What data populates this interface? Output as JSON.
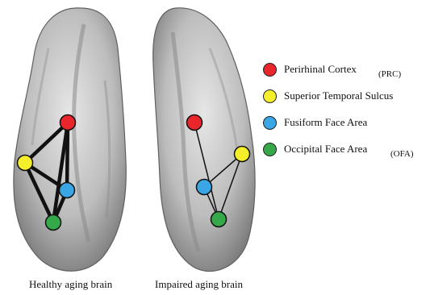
{
  "captions": {
    "left": "Healthy aging brain",
    "right": "Impaired aging brain"
  },
  "legend": [
    {
      "label": "Perirhinal Cortex",
      "abbr": "(PRC)",
      "color": "#e8262b"
    },
    {
      "label": "Superior Temporal Sulcus",
      "abbr": "",
      "color": "#f5ee2a"
    },
    {
      "label": "Fusiform Face Area",
      "abbr": "",
      "color": "#3aa6e6"
    },
    {
      "label": "Occipital Face Area",
      "abbr": "(OFA)",
      "color": "#35a84a"
    }
  ],
  "colors": {
    "brain_light": "#d9d9d9",
    "brain_mid": "#a9a9a9",
    "brain_dark": "#6f6f6f"
  },
  "networks": {
    "healthy": {
      "connections": [
        [
          "PRC",
          "STS"
        ],
        [
          "PRC",
          "FFA"
        ],
        [
          "PRC",
          "OFA"
        ],
        [
          "STS",
          "FFA"
        ],
        [
          "STS",
          "OFA"
        ],
        [
          "FFA",
          "OFA"
        ]
      ],
      "strength": "strong"
    },
    "impaired": {
      "connections": [
        [
          "PRC",
          "OFA"
        ],
        [
          "STS",
          "FFA"
        ],
        [
          "STS",
          "OFA"
        ],
        [
          "FFA",
          "OFA"
        ]
      ],
      "strength": "weak"
    }
  }
}
